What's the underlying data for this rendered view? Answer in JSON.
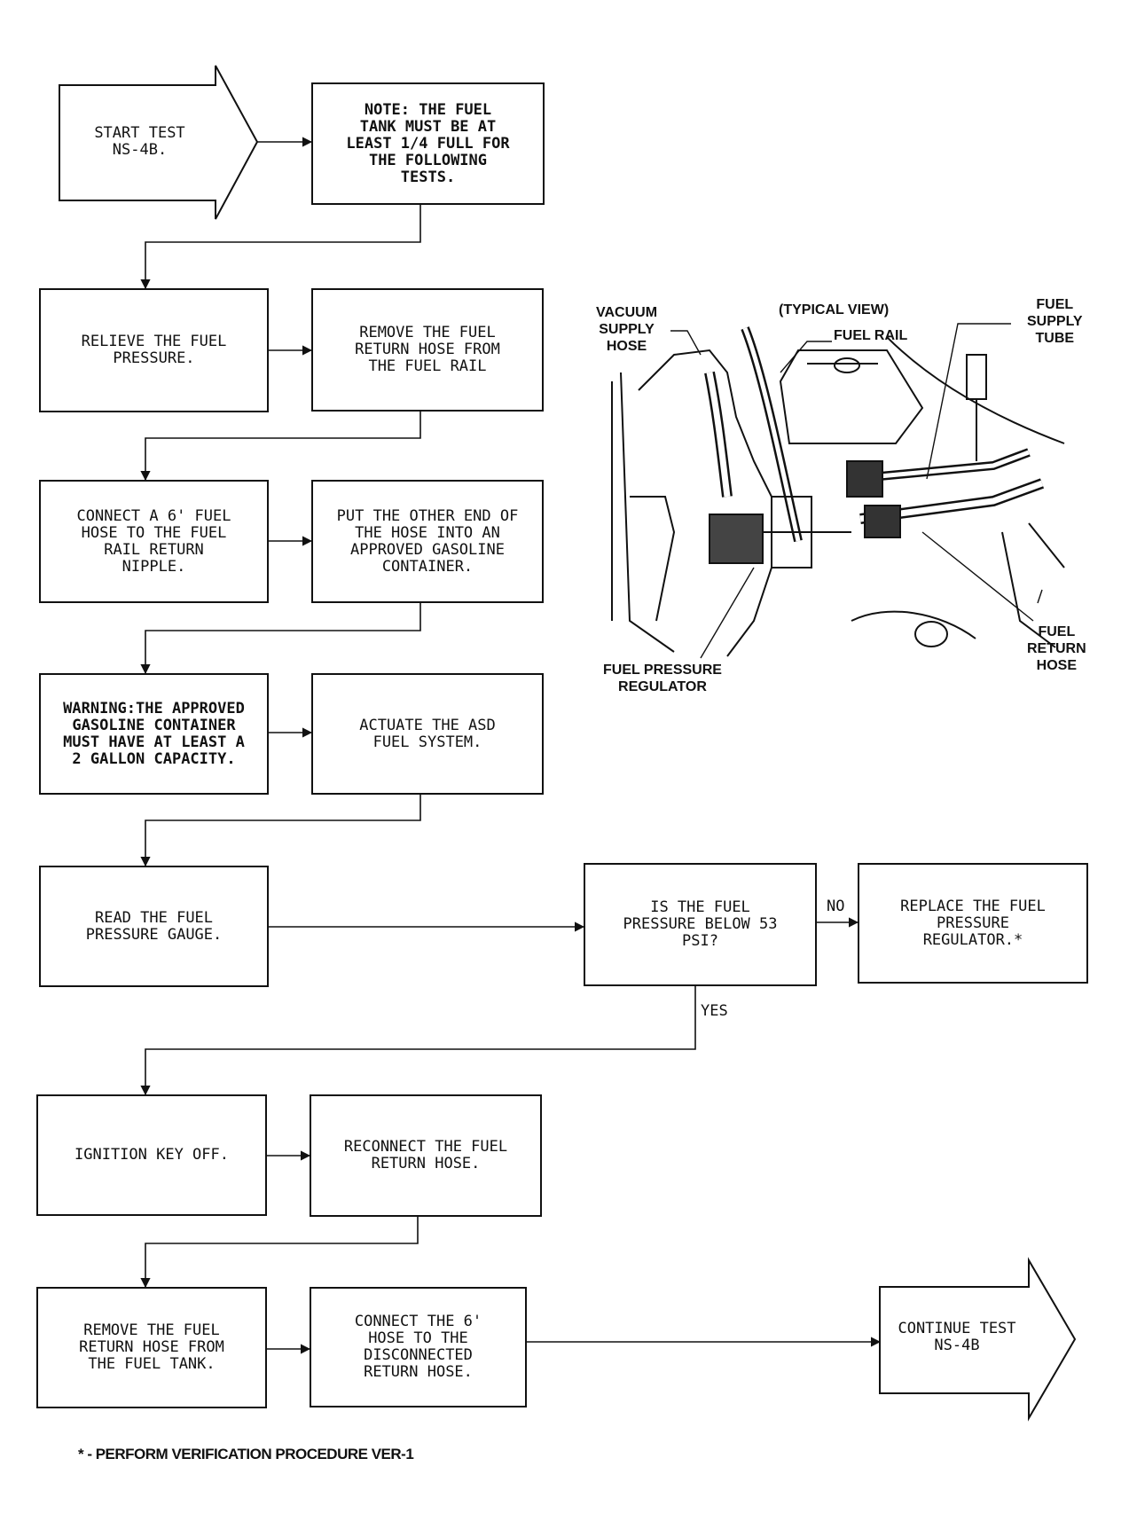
{
  "flow": {
    "start": "START TEST\nNS-4B.",
    "note": "NOTE: THE FUEL\nTANK MUST BE AT\nLEAST 1/4 FULL FOR\nTHE FOLLOWING\nTESTS.",
    "relieve": "RELIEVE THE FUEL\nPRESSURE.",
    "remove_rail": "REMOVE THE FUEL\nRETURN HOSE FROM\nTHE FUEL RAIL",
    "connect_hose": "CONNECT A 6' FUEL\nHOSE TO THE FUEL\nRAIL RETURN\nNIPPLE.",
    "put_end": "PUT THE OTHER END OF\nTHE HOSE INTO AN\nAPPROVED GASOLINE\nCONTAINER.",
    "warning": "WARNING:THE APPROVED\nGASOLINE CONTAINER\nMUST HAVE AT LEAST A\n2 GALLON CAPACITY.",
    "actuate": "ACTUATE THE ASD\nFUEL SYSTEM.",
    "read_gauge": "READ THE FUEL\nPRESSURE GAUGE.",
    "decision": "IS THE FUEL\nPRESSURE BELOW 53\nPSI?",
    "replace": "REPLACE THE FUEL\nPRESSURE\nREGULATOR.*",
    "ignition": "IGNITION KEY OFF.",
    "reconnect": "RECONNECT THE FUEL\nRETURN HOSE.",
    "remove_tank": "REMOVE THE FUEL\nRETURN HOSE FROM\nTHE FUEL TANK.",
    "connect_6": "CONNECT THE 6'\nHOSE TO THE\nDISCONNECTED\nRETURN HOSE.",
    "continue": "CONTINUE TEST\nNS-4B",
    "label_no": "NO",
    "label_yes": "YES"
  },
  "illustration": {
    "typical_view": "(TYPICAL VIEW)",
    "vacuum_supply_hose": "VACUUM\nSUPPLY\nHOSE",
    "fuel_rail": "FUEL RAIL",
    "fuel_supply_tube": "FUEL\nSUPPLY\nTUBE",
    "fuel_pressure_regulator": "FUEL PRESSURE\nREGULATOR",
    "fuel_return_hose": "FUEL\nRETURN\nHOSE"
  },
  "footnote": "* - PERFORM VERIFICATION PROCEDURE VER-1"
}
